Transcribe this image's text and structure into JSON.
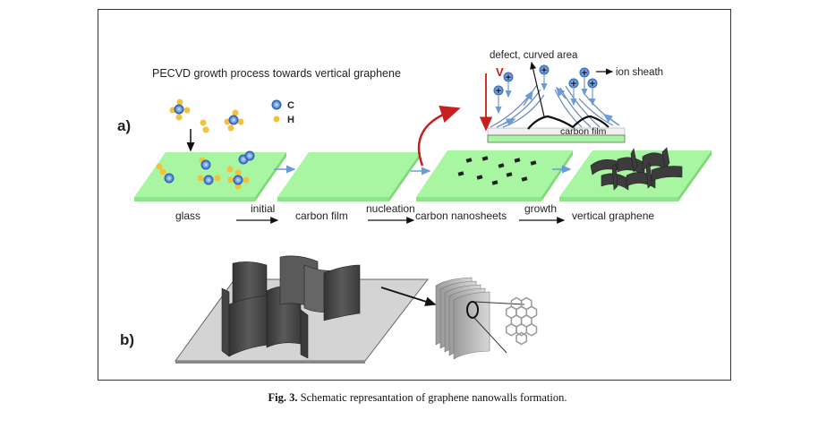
{
  "figure": {
    "title": "PECVD growth process towards vertical graphene",
    "panel_a_label": "a)",
    "panel_b_label": "b)",
    "legend": [
      {
        "symbol": "blue-circle",
        "label": "C"
      },
      {
        "symbol": "yellow-dot",
        "label": "H"
      }
    ],
    "stages": [
      {
        "label": "glass"
      },
      {
        "label": "carbon film"
      },
      {
        "label": "carbon nanosheets"
      },
      {
        "label": "vertical graphene"
      }
    ],
    "transitions": [
      {
        "label": "initial"
      },
      {
        "label": "nucleation"
      },
      {
        "label": "growth"
      }
    ],
    "inset": {
      "defect_label": "defect, curved area",
      "voltage_label": "V",
      "ion_sheath_label": "ion sheath",
      "carbon_film_label": "carbon film",
      "ion_symbol": "+"
    },
    "colors": {
      "substrate_green": "#a8f5a2",
      "substrate_green_edge": "#8ee488",
      "carbon_blue": "#4a7fd0",
      "hydrogen_yellow": "#f2c23a",
      "flow_arrow_blue": "#6a9ad8",
      "red_arrow": "#c81e1e",
      "wall_gray": "#4a4a4a",
      "plate_gray": "#d4d4d4"
    }
  },
  "caption": {
    "prefix": "Fig. 3.",
    "text": " Schematic represantation of graphene nanowalls formation."
  }
}
